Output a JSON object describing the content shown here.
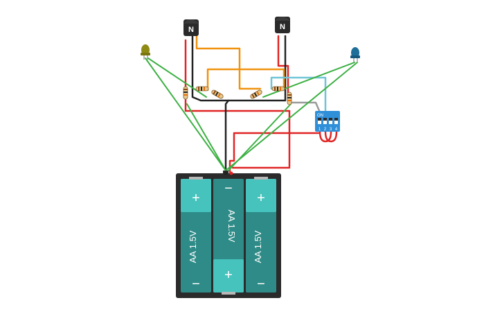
{
  "transistors": [
    {
      "id": "q1",
      "mark": "N"
    },
    {
      "id": "q2",
      "mark": "N"
    }
  ],
  "dip_switch": {
    "on_label": "ON",
    "position_labels": [
      "1",
      "2",
      "3",
      "4"
    ]
  },
  "battery_pack": {
    "cells": [
      {
        "id": "cell1",
        "label": "AA 1.5V",
        "top_terminal": "+",
        "bottom_terminal": "−"
      },
      {
        "id": "cell2",
        "label": "AA 1.5V",
        "top_terminal": "−",
        "bottom_terminal": "+"
      },
      {
        "id": "cell3",
        "label": "AA 1.5V",
        "top_terminal": "+",
        "bottom_terminal": "−"
      }
    ]
  },
  "colors": {
    "wire_red": "#e02424",
    "wire_black": "#222222",
    "wire_green": "#3cb043",
    "wire_orange": "#f0920e",
    "wire_lightblue": "#6fc4d6",
    "wire_gray": "#9a9a9a",
    "battery_case": "#2b2b2b",
    "battery_cell": "#2e8b87",
    "battery_terminal": "#46c3bd",
    "dip_body": "#2f8fd8",
    "led_yellow": "#8f8a14",
    "led_blue": "#1f6f9a"
  }
}
